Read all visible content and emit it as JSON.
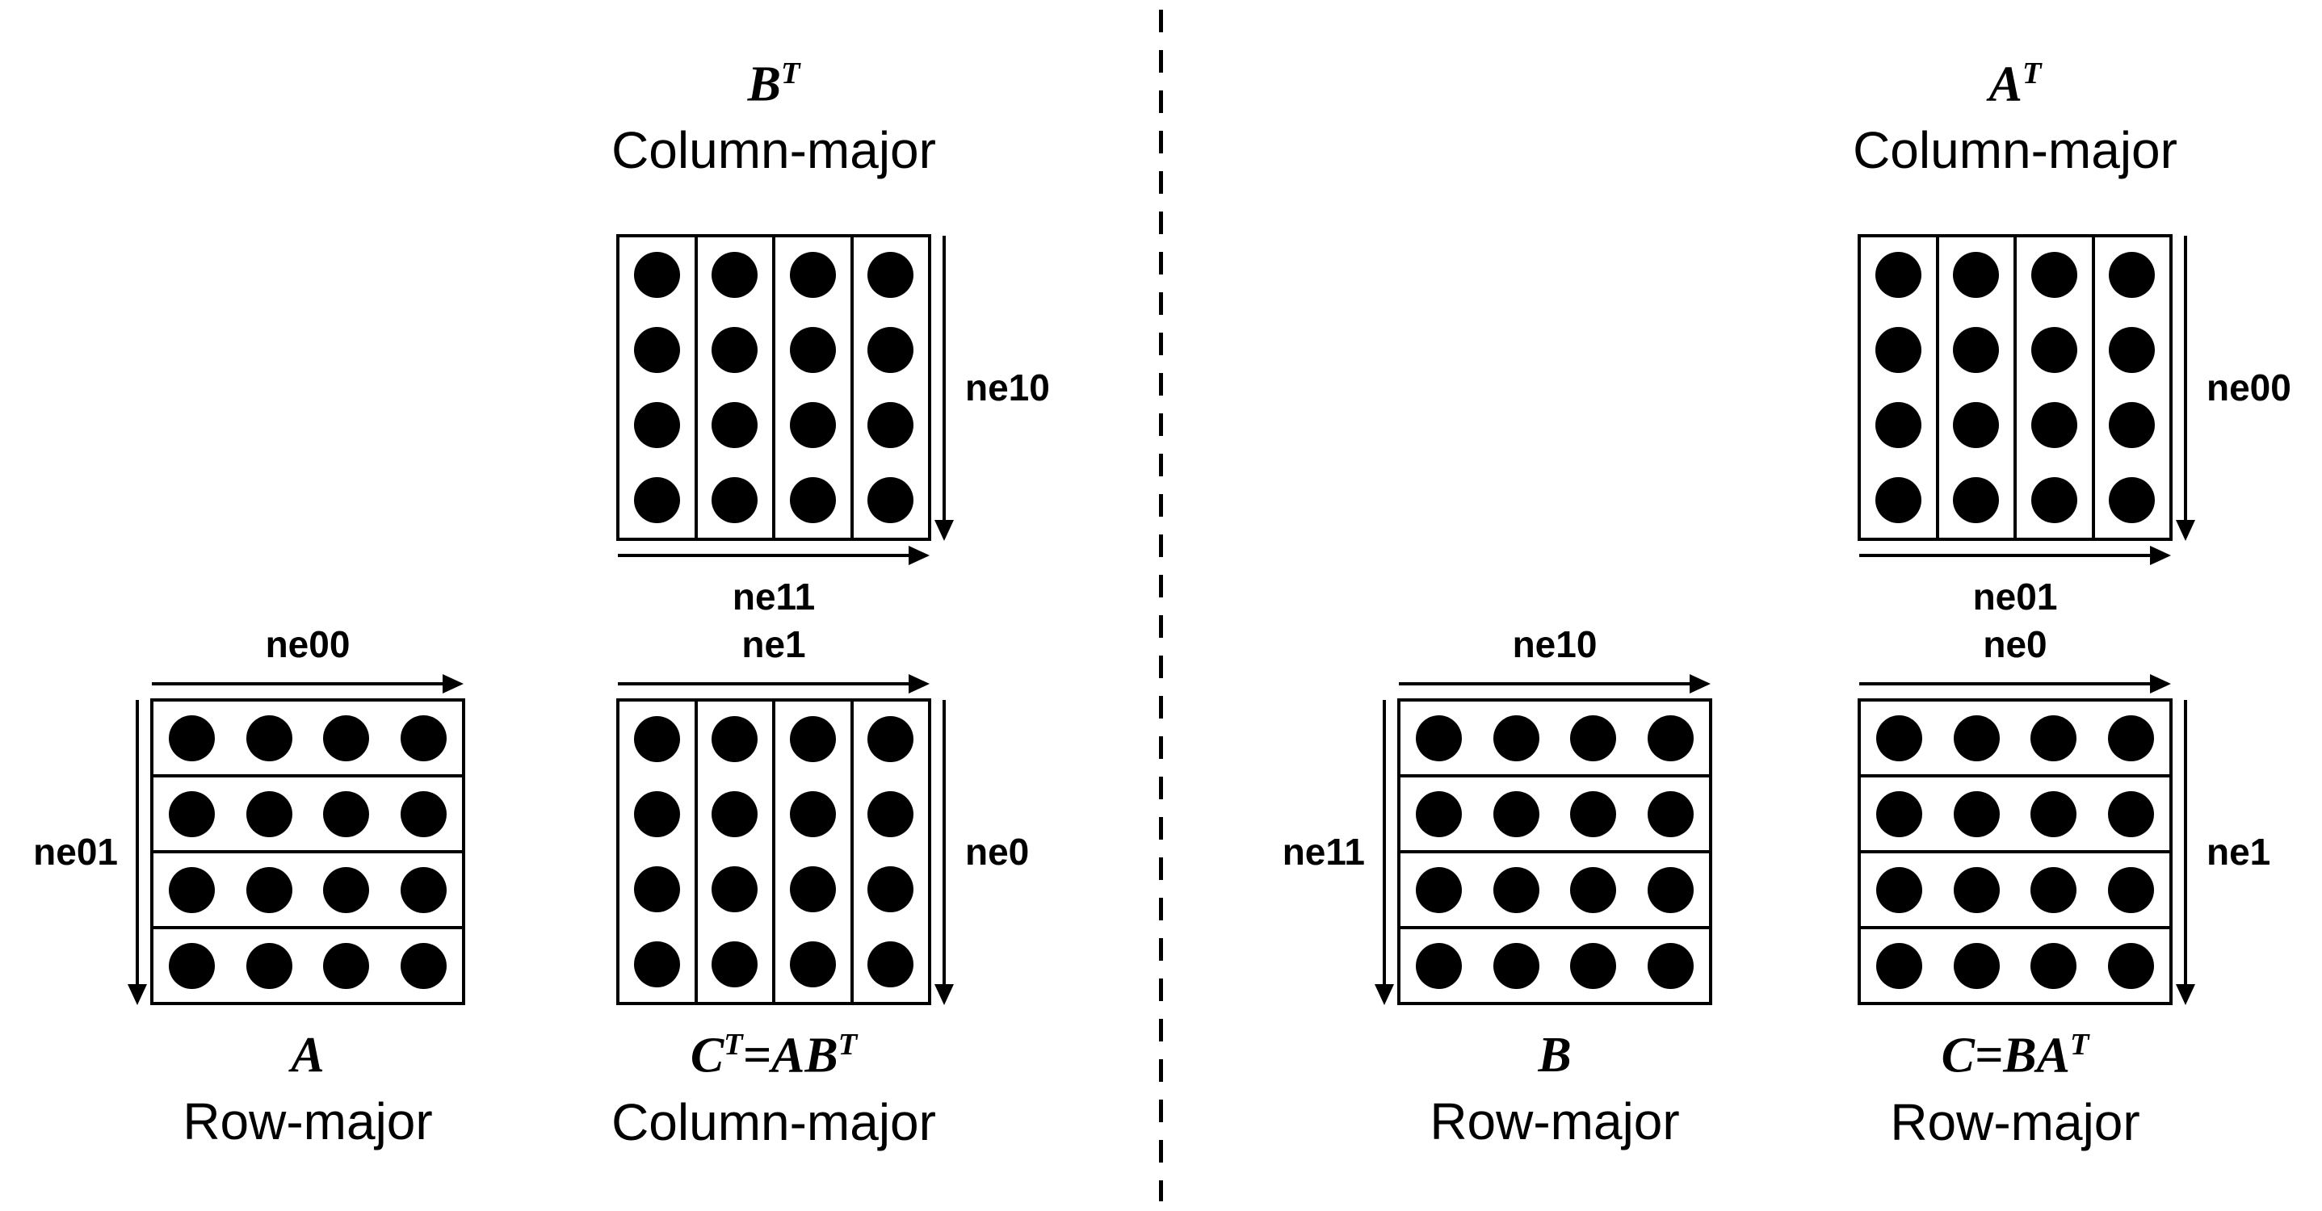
{
  "colors": {
    "ink": "#000000",
    "background": "#ffffff"
  },
  "matrices": [
    {
      "id": "B-transpose",
      "math_label": "B^T",
      "layout_label": "Column-major",
      "orientation": "column",
      "grid": {
        "cells": 4,
        "dots_per_cell": 4
      },
      "arrows": {
        "right": "ne10",
        "bottom": "ne11"
      }
    },
    {
      "id": "A",
      "math_label": "A",
      "layout_label": "Row-major",
      "orientation": "row",
      "grid": {
        "cells": 4,
        "dots_per_cell": 4
      },
      "arrows": {
        "top": "ne00",
        "left": "ne01"
      }
    },
    {
      "id": "C-transpose",
      "math_label": "C^T=AB^T",
      "layout_label": "Column-major",
      "orientation": "column",
      "grid": {
        "cells": 4,
        "dots_per_cell": 4
      },
      "arrows": {
        "top": "ne1",
        "right": "ne0"
      }
    },
    {
      "id": "A-transpose",
      "math_label": "A^T",
      "layout_label": "Column-major",
      "orientation": "column",
      "grid": {
        "cells": 4,
        "dots_per_cell": 4
      },
      "arrows": {
        "right": "ne00",
        "bottom": "ne01"
      }
    },
    {
      "id": "B",
      "math_label": "B",
      "layout_label": "Row-major",
      "orientation": "row",
      "grid": {
        "cells": 4,
        "dots_per_cell": 4
      },
      "arrows": {
        "top": "ne10",
        "left": "ne11"
      }
    },
    {
      "id": "C",
      "math_label": "C=BA^T",
      "layout_label": "Row-major",
      "orientation": "row",
      "grid": {
        "cells": 4,
        "dots_per_cell": 4
      },
      "arrows": {
        "top": "ne0",
        "right": "ne1"
      }
    }
  ]
}
